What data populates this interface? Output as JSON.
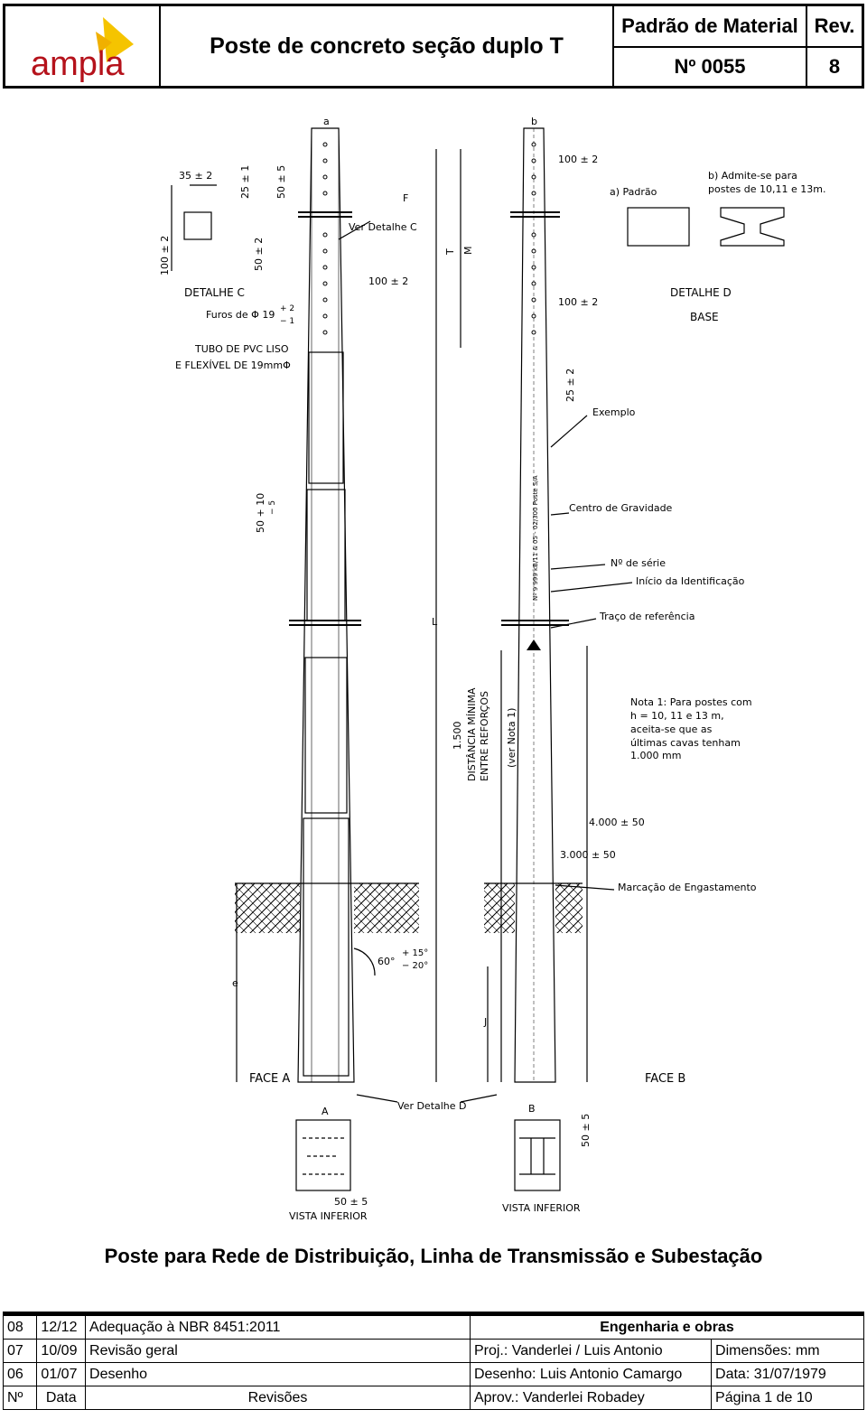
{
  "header": {
    "logo_text": "ampla",
    "title": "Poste de concreto seção duplo T",
    "material_label": "Padrão de Material",
    "rev_label": "Rev.",
    "number": "Nº 0055",
    "rev_value": "8",
    "brand_color": "#b5121b",
    "accent_color": "#f5c400"
  },
  "drawing": {
    "label_a": "a",
    "label_b": "b",
    "dim_35": "35 ± 2",
    "dim_25_1": "25 ± 1",
    "dim_50_5": "50 ± 5",
    "dim_100_2_left": "100 ± 2",
    "dim_50_2": "50 ± 2",
    "detalhe_c": "DETALHE  C",
    "furos": "Furos de Φ 19",
    "furos_tol_plus": "+ 2",
    "furos_tol_minus": "− 1",
    "tubo_line1": "TUBO DE PVC LISO",
    "tubo_line2": "E FLEXÍVEL DE 19mmΦ",
    "ver_detalhe_c": "Ver Detalhe C",
    "label_f": "F",
    "label_t": "T",
    "label_m": "M",
    "label_l": "L",
    "label_e": "e",
    "label_j": "J",
    "dim_100_2_a": "100 ± 2",
    "dim_100_2_b": "100 ± 2",
    "dim_100_2_c": "100 ± 2",
    "dim_25_2": "25 ± 2",
    "padrao": "a) Padrão",
    "admite_line1": "b) Admite-se para",
    "admite_line2": "postes de 10,11 e 13m.",
    "detalhe_d": "DETALHE  D",
    "base": "BASE",
    "exemplo": "Exemplo",
    "centro_gravidade": "Centro de Gravidade",
    "num_serie": "Nº de série",
    "inicio_ident": "Início da Identificação",
    "traco_ref": "Traço de referência",
    "pole_marking": "Nº 9 999 kB/11 & 05 - 02/300 Poste S/A",
    "dim_50_10": "50 + 10",
    "dim_50_10_minus": "− 5",
    "dist_1500": "1.500",
    "dist_line1": "DISTÂNCIA MÍNIMA",
    "dist_line2": "ENTRE REFORÇOS",
    "ver_nota": "(ver Nota 1)",
    "nota_line1": "Nota 1: Para postes com",
    "nota_line2": "h = 10, 11 e 13 m,",
    "nota_line3": "aceita-se que as",
    "nota_line4": "últimas cavas tenham",
    "nota_line5": "1.000 mm",
    "dim_4000": "4.000 ± 50",
    "dim_3000": "3.000 ± 50",
    "engastamento": "Marcação de Engastamento",
    "angle": "60°",
    "angle_plus": "+ 15°",
    "angle_minus": "− 20°",
    "face_a": "FACE A",
    "face_b": "FACE B",
    "ver_detalhe_d": "Ver Detalhe D",
    "label_cap_a": "A",
    "label_cap_b": "B",
    "dim_50_5_bottom": "50 ± 5",
    "dim_50_5_right": "50 ± 5",
    "vista_inferior_a": "VISTA INFERIOR",
    "vista_inferior_b": "VISTA INFERIOR"
  },
  "caption": "Poste para Rede de Distribuição, Linha de Transmissão e Subestação",
  "revisions": {
    "rows": [
      {
        "num": "08",
        "date": "12/12",
        "desc": "Adequação à NBR 8451:2011"
      },
      {
        "num": "07",
        "date": "10/09",
        "desc": "Revisão geral"
      },
      {
        "num": "06",
        "date": "01/07",
        "desc": "Desenho"
      }
    ],
    "footer_num": "Nº",
    "footer_date": "Data",
    "footer_desc": "Revisões",
    "eng": "Engenharia e obras",
    "proj": "Proj.: Vanderlei / Luis Antonio",
    "dim": "Dimensões: mm",
    "desenho": "Desenho: Luis Antonio Camargo",
    "data": "Data: 31/07/1979",
    "aprov": "Aprov.: Vanderlei Robadey",
    "pagina": "Página 1 de 10"
  }
}
